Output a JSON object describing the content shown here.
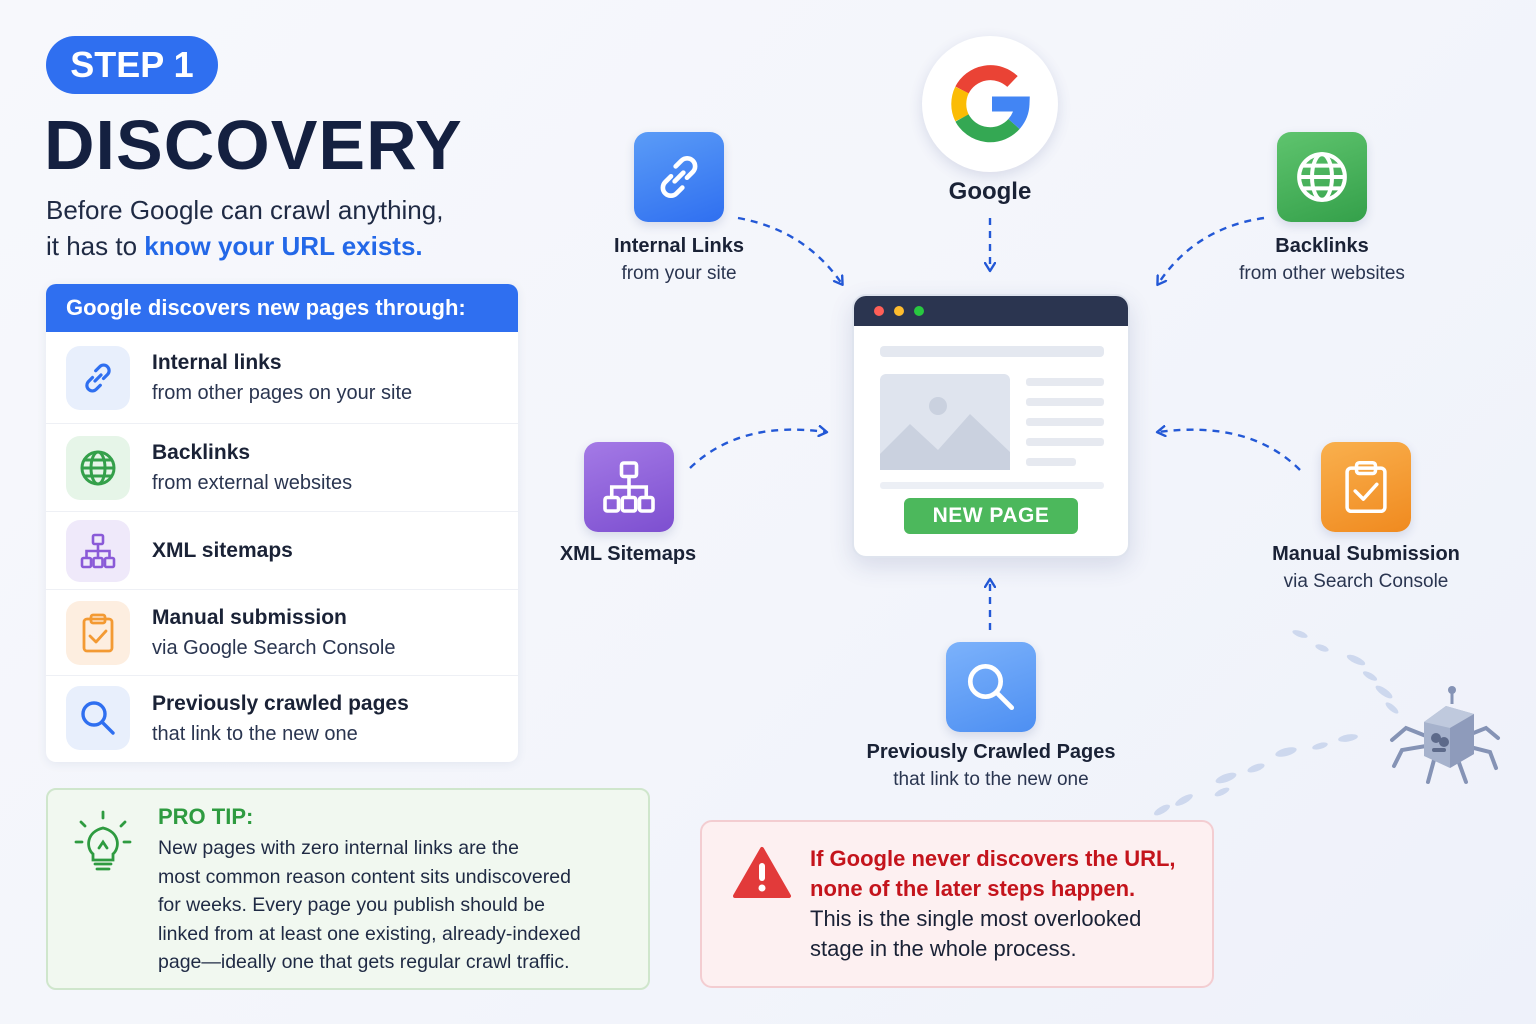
{
  "header": {
    "step_badge": "STEP 1",
    "title": "DISCOVERY",
    "subtitle_line1": "Before Google can crawl anything,",
    "subtitle_line2_prefix": "it has to ",
    "subtitle_line2_highlight": "know your URL exists."
  },
  "discovery_list": {
    "heading": "Google discovers new pages through:",
    "items": [
      {
        "title": "Internal links",
        "subtitle": "from other pages on your site",
        "icon": "link-icon"
      },
      {
        "title": "Backlinks",
        "subtitle": "from external websites",
        "icon": "globe-icon"
      },
      {
        "title": "XML sitemaps",
        "subtitle": "",
        "icon": "sitemap-icon"
      },
      {
        "title": "Manual submission",
        "subtitle": "via Google Search Console",
        "icon": "clipboard-check-icon"
      },
      {
        "title": "Previously crawled pages",
        "subtitle": "that link to the new one",
        "icon": "search-icon"
      }
    ]
  },
  "pro_tip": {
    "title": "PRO TIP:",
    "lines": [
      "New pages with zero internal links are the",
      "most common reason content sits undiscovered",
      "for weeks. Every page you publish should be",
      "linked from at least one existing, already-indexed",
      "page—ideally one that gets regular crawl traffic."
    ],
    "icon": "lightbulb-icon"
  },
  "warning": {
    "red_line1": "If Google never discovers the URL,",
    "red_line2": "none of the later steps happen.",
    "line3": "This is the single most overlooked",
    "line4": "stage in the whole process.",
    "icon": "warning-icon"
  },
  "diagram": {
    "google_label": "Google",
    "center_badge": "NEW PAGE",
    "nodes": {
      "internal": {
        "title": "Internal Links",
        "subtitle": "from your site",
        "icon": "link-icon"
      },
      "backlinks": {
        "title": "Backlinks",
        "subtitle": "from other websites",
        "icon": "globe-icon"
      },
      "sitemaps": {
        "title": "XML Sitemaps",
        "subtitle": "",
        "icon": "sitemap-icon"
      },
      "manual": {
        "title": "Manual Submission",
        "subtitle": "via Search Console",
        "icon": "clipboard-check-icon"
      },
      "previous": {
        "title": "Previously Crawled Pages",
        "subtitle": "that link to the new one",
        "icon": "search-icon"
      }
    }
  },
  "colors": {
    "primary_blue": "#2f6ff0",
    "green": "#4cb85c",
    "purple": "#8a5ad8",
    "orange": "#f39a33",
    "red": "#c4141c"
  }
}
